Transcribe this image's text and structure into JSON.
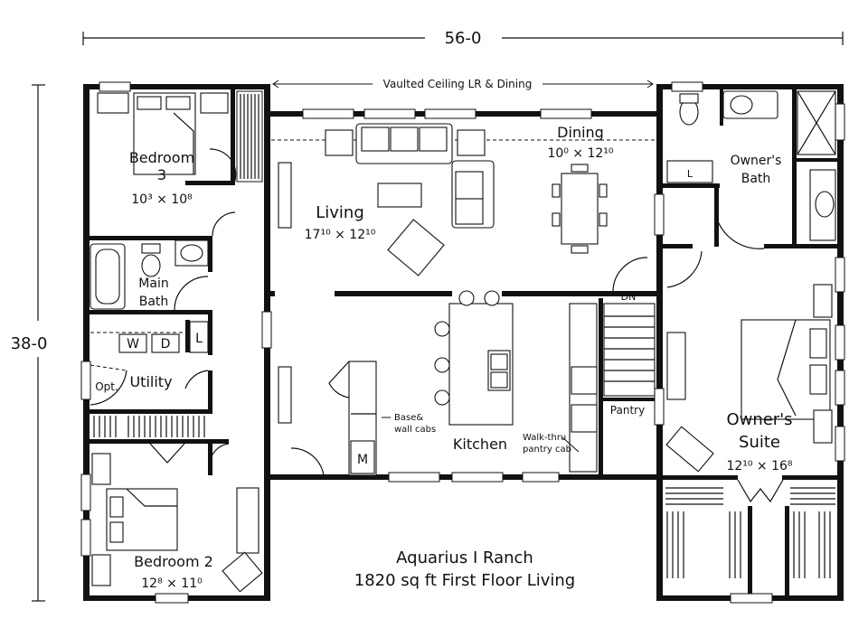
{
  "overall": {
    "width_dim": "56-0",
    "depth_dim": "38-0"
  },
  "notes": {
    "vaulted": "Vaulted Ceiling LR & Dining",
    "base_wall_cabs": [
      "Base&",
      "wall cabs"
    ],
    "walk_thru_pantry": [
      "Walk-thru",
      "pantry cab"
    ]
  },
  "rooms": {
    "bedroom3": {
      "name": "Bedroom",
      "name2": "3",
      "size": "10³ × 10⁸"
    },
    "main_bath": {
      "name": "Main",
      "name2": "Bath"
    },
    "utility": {
      "name": "Utility",
      "opt": "Opt.",
      "washer": "W",
      "dryer": "D",
      "linen": "L"
    },
    "bedroom2": {
      "name": "Bedroom 2",
      "size": "12⁸ × 11⁰"
    },
    "living": {
      "name": "Living",
      "size": "17¹⁰ × 12¹⁰"
    },
    "dining": {
      "name": "Dining",
      "size": "10⁰ × 12¹⁰"
    },
    "kitchen": {
      "name": "Kitchen",
      "micro": "M"
    },
    "stairs": {
      "label": "DN"
    },
    "pantry": {
      "name": "Pantry"
    },
    "owners_bath": {
      "name": "Owner's",
      "name2": "Bath",
      "linen": "L"
    },
    "owners_suite": {
      "name": "Owner's",
      "name2": "Suite",
      "size": "12¹⁰ × 16⁸"
    }
  },
  "title": {
    "line1": "Aquarius I Ranch",
    "line2": "1820 sq ft First Floor Living"
  }
}
